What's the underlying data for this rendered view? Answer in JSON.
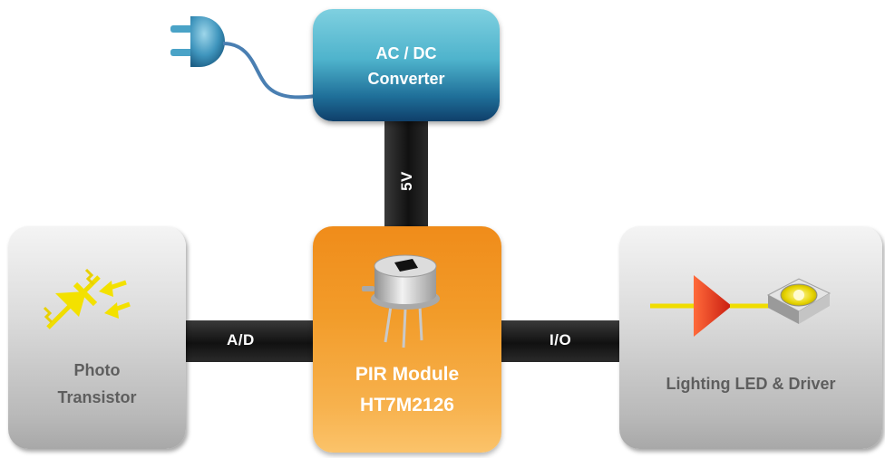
{
  "blocks": {
    "ac_dc": {
      "line1": "AC / DC",
      "line2": "Converter",
      "color": "#2c89ad"
    },
    "photo": {
      "line1": "Photo",
      "line2": "Transistor",
      "color": "#cfcfcf"
    },
    "pir": {
      "line1": "PIR Module",
      "line2": "HT7M2126",
      "color": "#f39a23"
    },
    "led": {
      "label": "Lighting LED & Driver",
      "color": "#cfcfcf"
    }
  },
  "connectors": {
    "power": "5V",
    "adc": "A/D",
    "io": "I/O"
  },
  "icons": {
    "plug": "power-plug-icon",
    "phototransistor": "phototransistor-icon",
    "pir_sensor": "pir-sensor-icon",
    "led_driver": "led-driver-icon"
  },
  "colors": {
    "connector": "#1a1a1a",
    "led_yellow": "#f5e400",
    "driver_red": "#e8321f"
  }
}
